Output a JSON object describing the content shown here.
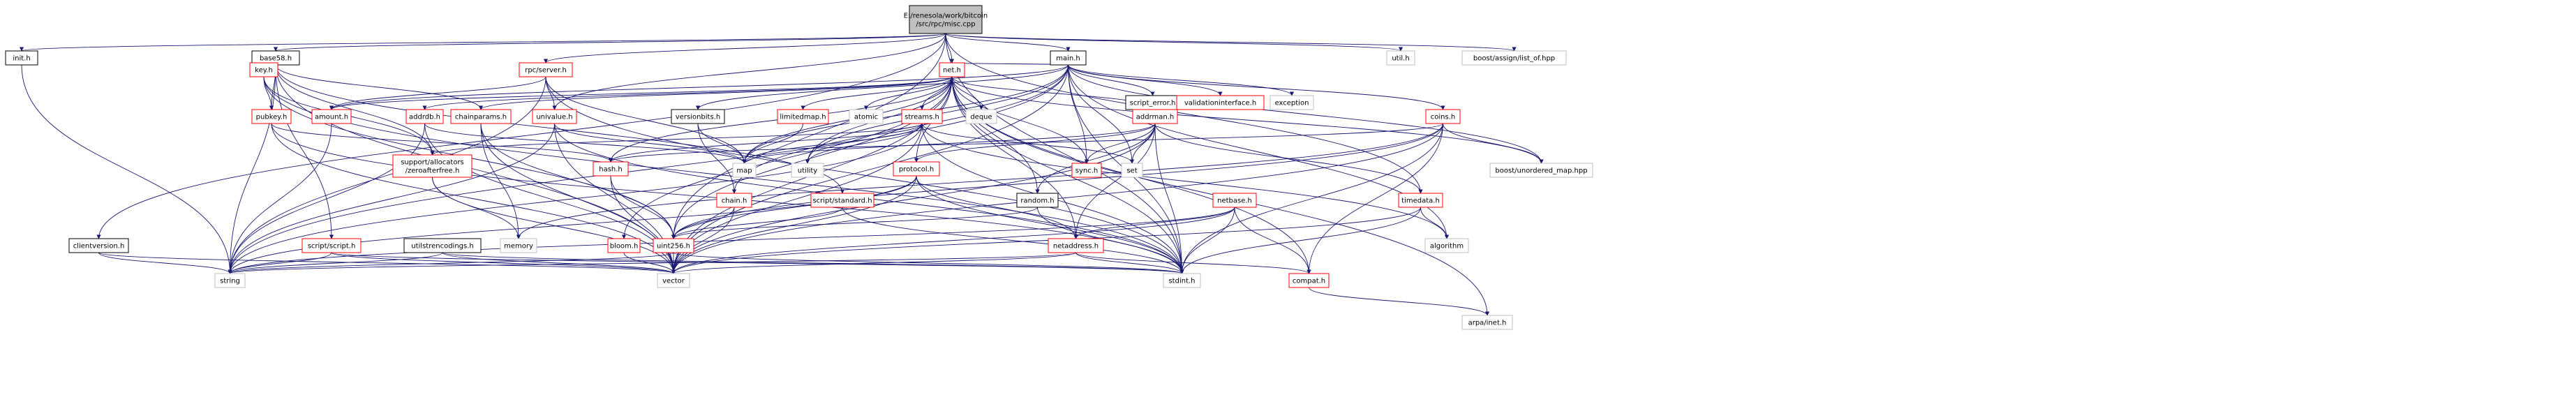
{
  "graph": {
    "colors": {
      "root_fill": "#bfbfbf",
      "red_border": "#ff0000",
      "gray_border": "#bfbfbf",
      "black_border": "#000000",
      "edge": "#191970",
      "text": "#000000"
    },
    "nodes": [
      {
        "id": "root",
        "lines": [
          "E:/renesola/work/bitcoin",
          "/src/rpc/misc.cpp"
        ],
        "style": "root"
      },
      {
        "id": "init",
        "lines": [
          "init.h"
        ],
        "style": "black"
      },
      {
        "id": "base58",
        "lines": [
          "base58.h"
        ],
        "style": "black"
      },
      {
        "id": "main",
        "lines": [
          "main.h"
        ],
        "style": "black"
      },
      {
        "id": "util",
        "lines": [
          "util.h"
        ],
        "style": "gray"
      },
      {
        "id": "boost_assign",
        "lines": [
          "boost/assign/list_of.hpp"
        ],
        "style": "gray"
      },
      {
        "id": "key",
        "lines": [
          "key.h"
        ],
        "style": "red"
      },
      {
        "id": "rpcserver",
        "lines": [
          "rpc/server.h"
        ],
        "style": "red"
      },
      {
        "id": "net",
        "lines": [
          "net.h"
        ],
        "style": "red"
      },
      {
        "id": "script_error",
        "lines": [
          "script_error.h"
        ],
        "style": "black"
      },
      {
        "id": "validationinterface",
        "lines": [
          "validationinterface.h"
        ],
        "style": "red"
      },
      {
        "id": "exception",
        "lines": [
          "exception"
        ],
        "style": "gray"
      },
      {
        "id": "pubkey",
        "lines": [
          "pubkey.h"
        ],
        "style": "red"
      },
      {
        "id": "amount",
        "lines": [
          "amount.h"
        ],
        "style": "red"
      },
      {
        "id": "chainparams",
        "lines": [
          "chainparams.h"
        ],
        "style": "red"
      },
      {
        "id": "addrdb",
        "lines": [
          "addrdb.h"
        ],
        "style": "red"
      },
      {
        "id": "univalue",
        "lines": [
          "univalue.h"
        ],
        "style": "red"
      },
      {
        "id": "versionbits",
        "lines": [
          "versionbits.h"
        ],
        "style": "black"
      },
      {
        "id": "limitedmap",
        "lines": [
          "limitedmap.h"
        ],
        "style": "red"
      },
      {
        "id": "atomic",
        "lines": [
          "atomic"
        ],
        "style": "gray"
      },
      {
        "id": "streams",
        "lines": [
          "streams.h"
        ],
        "style": "red"
      },
      {
        "id": "deque",
        "lines": [
          "deque"
        ],
        "style": "gray"
      },
      {
        "id": "addrman",
        "lines": [
          "addrman.h"
        ],
        "style": "red"
      },
      {
        "id": "coins",
        "lines": [
          "coins.h"
        ],
        "style": "red"
      },
      {
        "id": "support_allocators",
        "lines": [
          "support/allocators",
          "/zeroafterfree.h"
        ],
        "style": "red"
      },
      {
        "id": "hash",
        "lines": [
          "hash.h"
        ],
        "style": "red"
      },
      {
        "id": "map",
        "lines": [
          "map"
        ],
        "style": "gray"
      },
      {
        "id": "utility",
        "lines": [
          "utility"
        ],
        "style": "gray"
      },
      {
        "id": "protocol",
        "lines": [
          "protocol.h"
        ],
        "style": "red"
      },
      {
        "id": "sync",
        "lines": [
          "sync.h"
        ],
        "style": "red"
      },
      {
        "id": "set",
        "lines": [
          "set"
        ],
        "style": "gray"
      },
      {
        "id": "random",
        "lines": [
          "random.h"
        ],
        "style": "black"
      },
      {
        "id": "boost_unordered",
        "lines": [
          "boost/unordered_map.hpp"
        ],
        "style": "gray"
      },
      {
        "id": "chain",
        "lines": [
          "chain.h"
        ],
        "style": "red"
      },
      {
        "id": "script_standard",
        "lines": [
          "script/standard.h"
        ],
        "style": "red"
      },
      {
        "id": "timedata",
        "lines": [
          "timedata.h"
        ],
        "style": "red"
      },
      {
        "id": "netbase",
        "lines": [
          "netbase.h"
        ],
        "style": "red"
      },
      {
        "id": "clientversion",
        "lines": [
          "clientversion.h"
        ],
        "style": "black"
      },
      {
        "id": "script_script",
        "lines": [
          "script/script.h"
        ],
        "style": "red"
      },
      {
        "id": "utilstrencodings",
        "lines": [
          "utilstrencodings.h"
        ],
        "style": "black"
      },
      {
        "id": "memory",
        "lines": [
          "memory"
        ],
        "style": "gray"
      },
      {
        "id": "uint256",
        "lines": [
          "uint256.h"
        ],
        "style": "red"
      },
      {
        "id": "bloom",
        "lines": [
          "bloom.h"
        ],
        "style": "red"
      },
      {
        "id": "netaddress",
        "lines": [
          "netaddress.h"
        ],
        "style": "red"
      },
      {
        "id": "algorithm",
        "lines": [
          "algorithm"
        ],
        "style": "gray"
      },
      {
        "id": "string",
        "lines": [
          "string"
        ],
        "style": "gray"
      },
      {
        "id": "vector",
        "lines": [
          "vector"
        ],
        "style": "gray"
      },
      {
        "id": "stdint",
        "lines": [
          "stdint.h"
        ],
        "style": "gray"
      },
      {
        "id": "compat",
        "lines": [
          "compat.h"
        ],
        "style": "red"
      },
      {
        "id": "arpa_inet",
        "lines": [
          "arpa/inet.h"
        ],
        "style": "gray"
      }
    ],
    "edges": [
      [
        "root",
        "init"
      ],
      [
        "root",
        "base58"
      ],
      [
        "root",
        "main"
      ],
      [
        "root",
        "util"
      ],
      [
        "root",
        "boost_assign"
      ],
      [
        "root",
        "rpcserver"
      ],
      [
        "root",
        "net"
      ],
      [
        "root",
        "univalue"
      ],
      [
        "root",
        "clientversion"
      ],
      [
        "root",
        "timedata"
      ],
      [
        "root",
        "stdint"
      ],
      [
        "root",
        "uint256"
      ],
      [
        "init",
        "string"
      ],
      [
        "base58",
        "key"
      ],
      [
        "base58",
        "pubkey"
      ],
      [
        "base58",
        "chainparams"
      ],
      [
        "base58",
        "support_allocators"
      ],
      [
        "base58",
        "script_standard"
      ],
      [
        "base58",
        "string"
      ],
      [
        "base58",
        "vector"
      ],
      [
        "base58",
        "script_script"
      ],
      [
        "key",
        "pubkey"
      ],
      [
        "key",
        "support_allocators"
      ],
      [
        "key",
        "uint256"
      ],
      [
        "key",
        "stdint"
      ],
      [
        "pubkey",
        "hash"
      ],
      [
        "pubkey",
        "vector"
      ],
      [
        "pubkey",
        "stdint"
      ],
      [
        "main",
        "amount"
      ],
      [
        "main",
        "chain"
      ],
      [
        "main",
        "coins"
      ],
      [
        "main",
        "net"
      ],
      [
        "main",
        "script_error"
      ],
      [
        "main",
        "sync"
      ],
      [
        "main",
        "versionbits"
      ],
      [
        "main",
        "validationinterface"
      ],
      [
        "main",
        "exception"
      ],
      [
        "main",
        "map"
      ],
      [
        "main",
        "set"
      ],
      [
        "main",
        "stdint"
      ],
      [
        "main",
        "string"
      ],
      [
        "main",
        "utility"
      ],
      [
        "main",
        "vector"
      ],
      [
        "main",
        "algorithm"
      ],
      [
        "main",
        "boost_unordered"
      ],
      [
        "rpcserver",
        "amount"
      ],
      [
        "rpcserver",
        "rpcserver_univalue"
      ],
      [
        "rpcserver",
        "univalue"
      ],
      [
        "rpcserver",
        "stdint"
      ],
      [
        "rpcserver",
        "map"
      ],
      [
        "rpcserver",
        "string"
      ],
      [
        "net",
        "addrdb"
      ],
      [
        "net",
        "addrman"
      ],
      [
        "net",
        "amount"
      ],
      [
        "net",
        "bloom"
      ],
      [
        "net",
        "compat"
      ],
      [
        "net",
        "limitedmap"
      ],
      [
        "net",
        "netaddress"
      ],
      [
        "net",
        "protocol"
      ],
      [
        "net",
        "random"
      ],
      [
        "net",
        "streams"
      ],
      [
        "net",
        "sync"
      ],
      [
        "net",
        "uint256"
      ],
      [
        "net",
        "atomic"
      ],
      [
        "net",
        "deque"
      ],
      [
        "net",
        "stdint"
      ],
      [
        "net",
        "hash"
      ],
      [
        "net",
        "chainparams"
      ],
      [
        "net",
        "arpa_inet"
      ],
      [
        "net",
        "boost_unordered"
      ],
      [
        "net",
        "map"
      ],
      [
        "net",
        "vector"
      ],
      [
        "net",
        "utility"
      ],
      [
        "amount",
        "string"
      ],
      [
        "chainparams",
        "vector"
      ],
      [
        "chainparams",
        "uint256"
      ],
      [
        "chainparams",
        "memory"
      ],
      [
        "addrdb",
        "string"
      ],
      [
        "addrdb",
        "map"
      ],
      [
        "addrdb",
        "vector"
      ],
      [
        "univalue",
        "stdint"
      ],
      [
        "univalue",
        "string"
      ],
      [
        "univalue",
        "vector"
      ],
      [
        "univalue",
        "map"
      ],
      [
        "versionbits",
        "chain"
      ],
      [
        "versionbits",
        "map"
      ],
      [
        "limitedmap",
        "map"
      ],
      [
        "streams",
        "support_allocators"
      ],
      [
        "streams",
        "hash"
      ],
      [
        "streams",
        "utility"
      ],
      [
        "streams",
        "map"
      ],
      [
        "streams",
        "set"
      ],
      [
        "streams",
        "stdint"
      ],
      [
        "streams",
        "string"
      ],
      [
        "streams",
        "vector"
      ],
      [
        "streams",
        "algorithm"
      ],
      [
        "addrman",
        "netaddress"
      ],
      [
        "addrman",
        "protocol"
      ],
      [
        "addrman",
        "random"
      ],
      [
        "addrman",
        "sync"
      ],
      [
        "addrman",
        "timedata"
      ],
      [
        "addrman",
        "map"
      ],
      [
        "addrman",
        "set"
      ],
      [
        "addrman",
        "stdint"
      ],
      [
        "addrman",
        "vector"
      ],
      [
        "coins",
        "uint256"
      ],
      [
        "coins",
        "compat"
      ],
      [
        "coins",
        "memory"
      ],
      [
        "coins",
        "boost_unordered"
      ],
      [
        "coins",
        "stdint"
      ],
      [
        "coins",
        "hash"
      ],
      [
        "coins",
        "vector"
      ],
      [
        "support_allocators",
        "memory"
      ],
      [
        "support_allocators",
        "vector"
      ],
      [
        "hash",
        "uint256"
      ],
      [
        "hash",
        "vector"
      ],
      [
        "protocol",
        "netaddress"
      ],
      [
        "protocol",
        "uint256"
      ],
      [
        "protocol",
        "string"
      ],
      [
        "protocol",
        "vector"
      ],
      [
        "protocol",
        "stdint"
      ],
      [
        "random",
        "uint256"
      ],
      [
        "random",
        "stdint"
      ],
      [
        "chain",
        "uint256"
      ],
      [
        "chain",
        "vector"
      ],
      [
        "script_standard",
        "uint256"
      ],
      [
        "script_standard",
        "stdint"
      ],
      [
        "timedata",
        "algorithm"
      ],
      [
        "timedata",
        "stdint"
      ],
      [
        "timedata",
        "vector"
      ],
      [
        "netbase",
        "compat"
      ],
      [
        "netbase",
        "netaddress"
      ],
      [
        "netbase",
        "string"
      ],
      [
        "netbase",
        "vector"
      ],
      [
        "netbase",
        "stdint"
      ],
      [
        "clientversion",
        "string"
      ],
      [
        "clientversion",
        "vector"
      ],
      [
        "script_script",
        "vector"
      ],
      [
        "script_script",
        "string"
      ],
      [
        "script_script",
        "stdint"
      ],
      [
        "utilstrencodings",
        "string"
      ],
      [
        "utilstrencodings",
        "vector"
      ],
      [
        "utilstrencodings",
        "stdint"
      ],
      [
        "uint256",
        "string"
      ],
      [
        "uint256",
        "vector"
      ],
      [
        "uint256",
        "stdint"
      ],
      [
        "bloom",
        "vector"
      ],
      [
        "netaddress",
        "compat"
      ],
      [
        "netaddress",
        "string"
      ],
      [
        "netaddress",
        "vector"
      ],
      [
        "netaddress",
        "stdint"
      ],
      [
        "compat",
        "arpa_inet"
      ]
    ]
  }
}
